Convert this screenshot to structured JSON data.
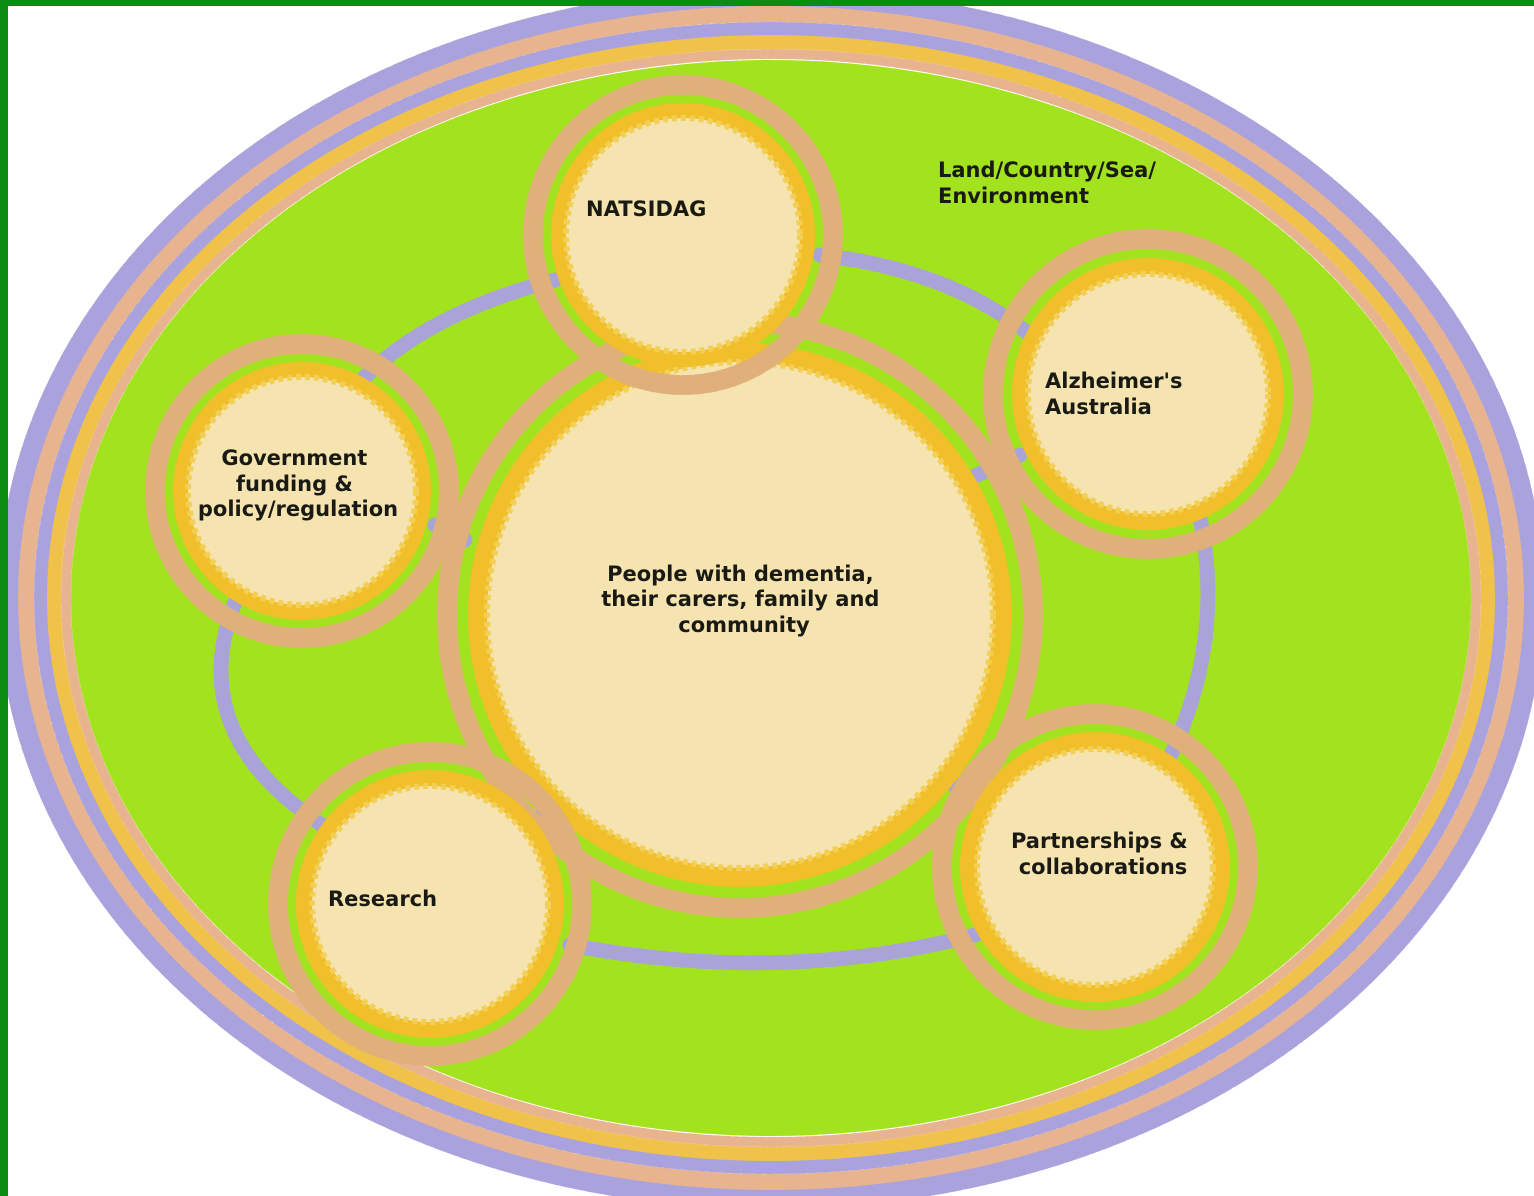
{
  "colors": {
    "frame": "#0c8c12",
    "background": "#ffffff",
    "field": "#a3e21f",
    "node_fill": "#f5e3b0",
    "node_ring": "#f0bf2a",
    "node_halo": "#e0b07a",
    "connector": "#a9a3d8",
    "border_dots_purple": "#aaa2dc",
    "border_dots_peach": "#e7b48f",
    "border_dots_yellow": "#f0c24a"
  },
  "environment": {
    "label_lines": [
      "Land/Country/Sea/",
      "Environment"
    ]
  },
  "nodes": {
    "center": {
      "lines": [
        "People with dementia,",
        "their carers, family and",
        "community"
      ]
    },
    "natsidag": {
      "lines": [
        "NATSIDAG"
      ]
    },
    "alzheimers": {
      "lines": [
        "Alzheimer's",
        "Australia"
      ]
    },
    "government": {
      "lines": [
        "Government",
        "funding &",
        "policy/regulation"
      ]
    },
    "research": {
      "lines": [
        "Research"
      ]
    },
    "partnerships": {
      "lines": [
        "Partnerships &",
        "collaborations"
      ]
    }
  }
}
